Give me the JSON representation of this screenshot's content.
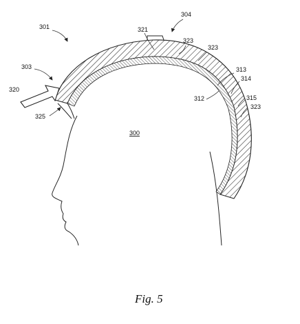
{
  "figure": {
    "caption": "Fig. 5",
    "center_label": "300"
  },
  "labels": {
    "l301": "301",
    "l303": "303",
    "l304": "304",
    "l312": "312",
    "l313": "313",
    "l314": "314",
    "l315": "315",
    "l320": "320",
    "l321": "321",
    "l323a": "323",
    "l323b": "323",
    "l323c": "323",
    "l325": "325"
  },
  "colors": {
    "ink": "#222222",
    "background": "#ffffff"
  }
}
